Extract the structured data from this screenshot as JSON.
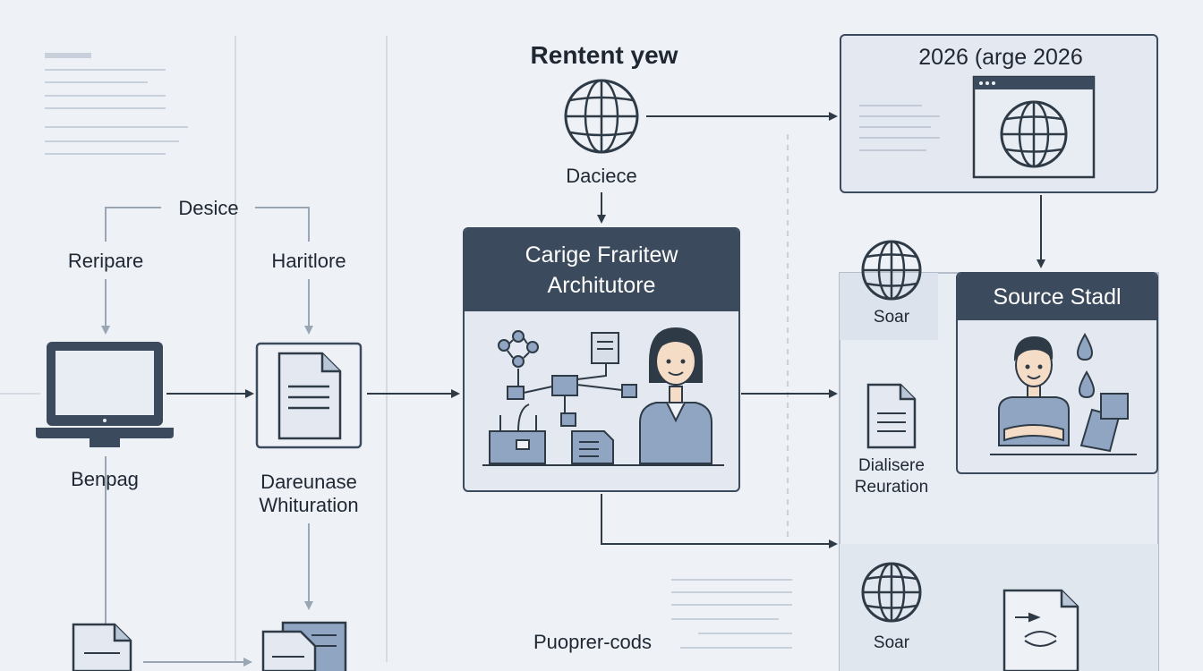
{
  "top_title": "Rentent yew",
  "globe_top_label": "Daciece",
  "left": {
    "group_label": "Desice",
    "col1_label": "Reripare",
    "col2_label": "Haritlore",
    "laptop_label": "Benpag",
    "doc_label_1": "Dareunase",
    "doc_label_2": "Whituration"
  },
  "center": {
    "title_1": "Carige Fraritew",
    "title_2": "Architutore"
  },
  "bottom_label": "Puoprer-cods",
  "right_top_box": {
    "title": "2026 (arge 2026"
  },
  "right_column": {
    "globe1_label": "Soar",
    "doc_label_1": "Dialisere",
    "doc_label_2": "Reuration",
    "globe2_label": "Soar"
  },
  "source_box": {
    "title": "Source Stadl"
  },
  "colors": {
    "background": "#eef2f7",
    "header": "#3b4a5c",
    "stroke": "#2f3a47",
    "accent_blue": "#8fa5c2"
  },
  "icons": [
    "laptop-icon",
    "document-icon",
    "globe-icon",
    "browser-window-icon",
    "person-icon",
    "flowchart-icon",
    "water-drop-icon",
    "code-file-icon"
  ]
}
